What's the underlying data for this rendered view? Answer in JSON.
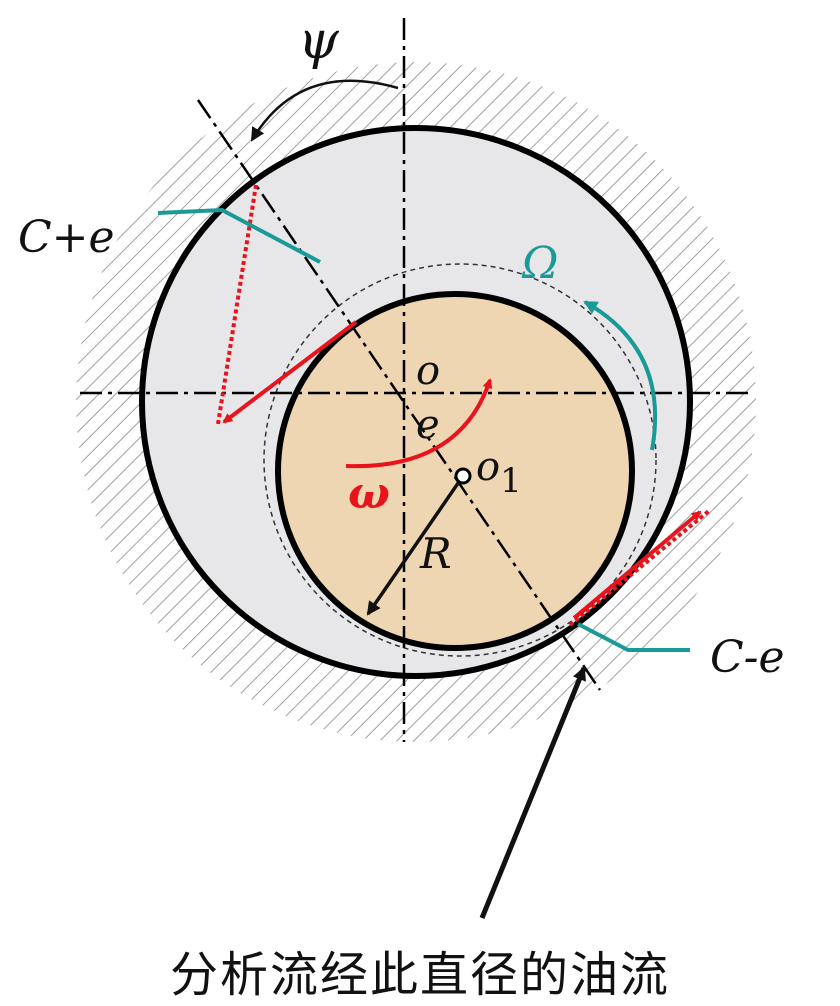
{
  "labels": {
    "psi": "ψ",
    "c_plus_e": "C+e",
    "omega_big": "Ω",
    "o": "o",
    "e": "e",
    "o1": "o",
    "o1_sub": "1",
    "omega_small": "ω",
    "r": "R",
    "c_minus_e": "C-e"
  },
  "caption": "分析流经此直径的油流",
  "colors": {
    "red": "#e8131b",
    "teal": "#1a9a96",
    "journal": "#efd6b3",
    "bearing_gap": "#e7e7e9",
    "hatch": "#9a9a9a"
  }
}
